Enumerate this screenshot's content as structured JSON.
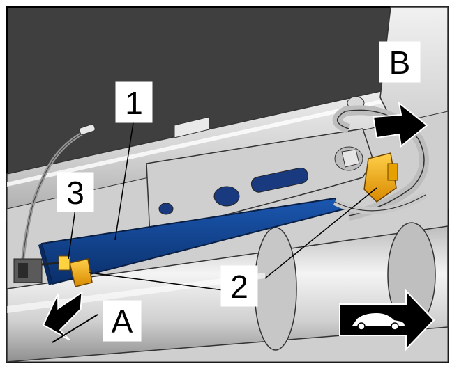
{
  "callouts": {
    "label_1": "1",
    "label_2": "2",
    "label_3": "3",
    "label_a": "A",
    "label_b": "B"
  },
  "icons": {
    "vehicle": "car-icon",
    "forward_arrow": "arrow-right-icon",
    "arrow_a": "arrow-down-left-icon",
    "arrow_b": "arrow-right-icon"
  },
  "colors": {
    "background": "#3f3f3f",
    "metal": "#d7d7d7",
    "module_blue": "#0e3f8a",
    "connector_yellow": "#f2a800"
  }
}
